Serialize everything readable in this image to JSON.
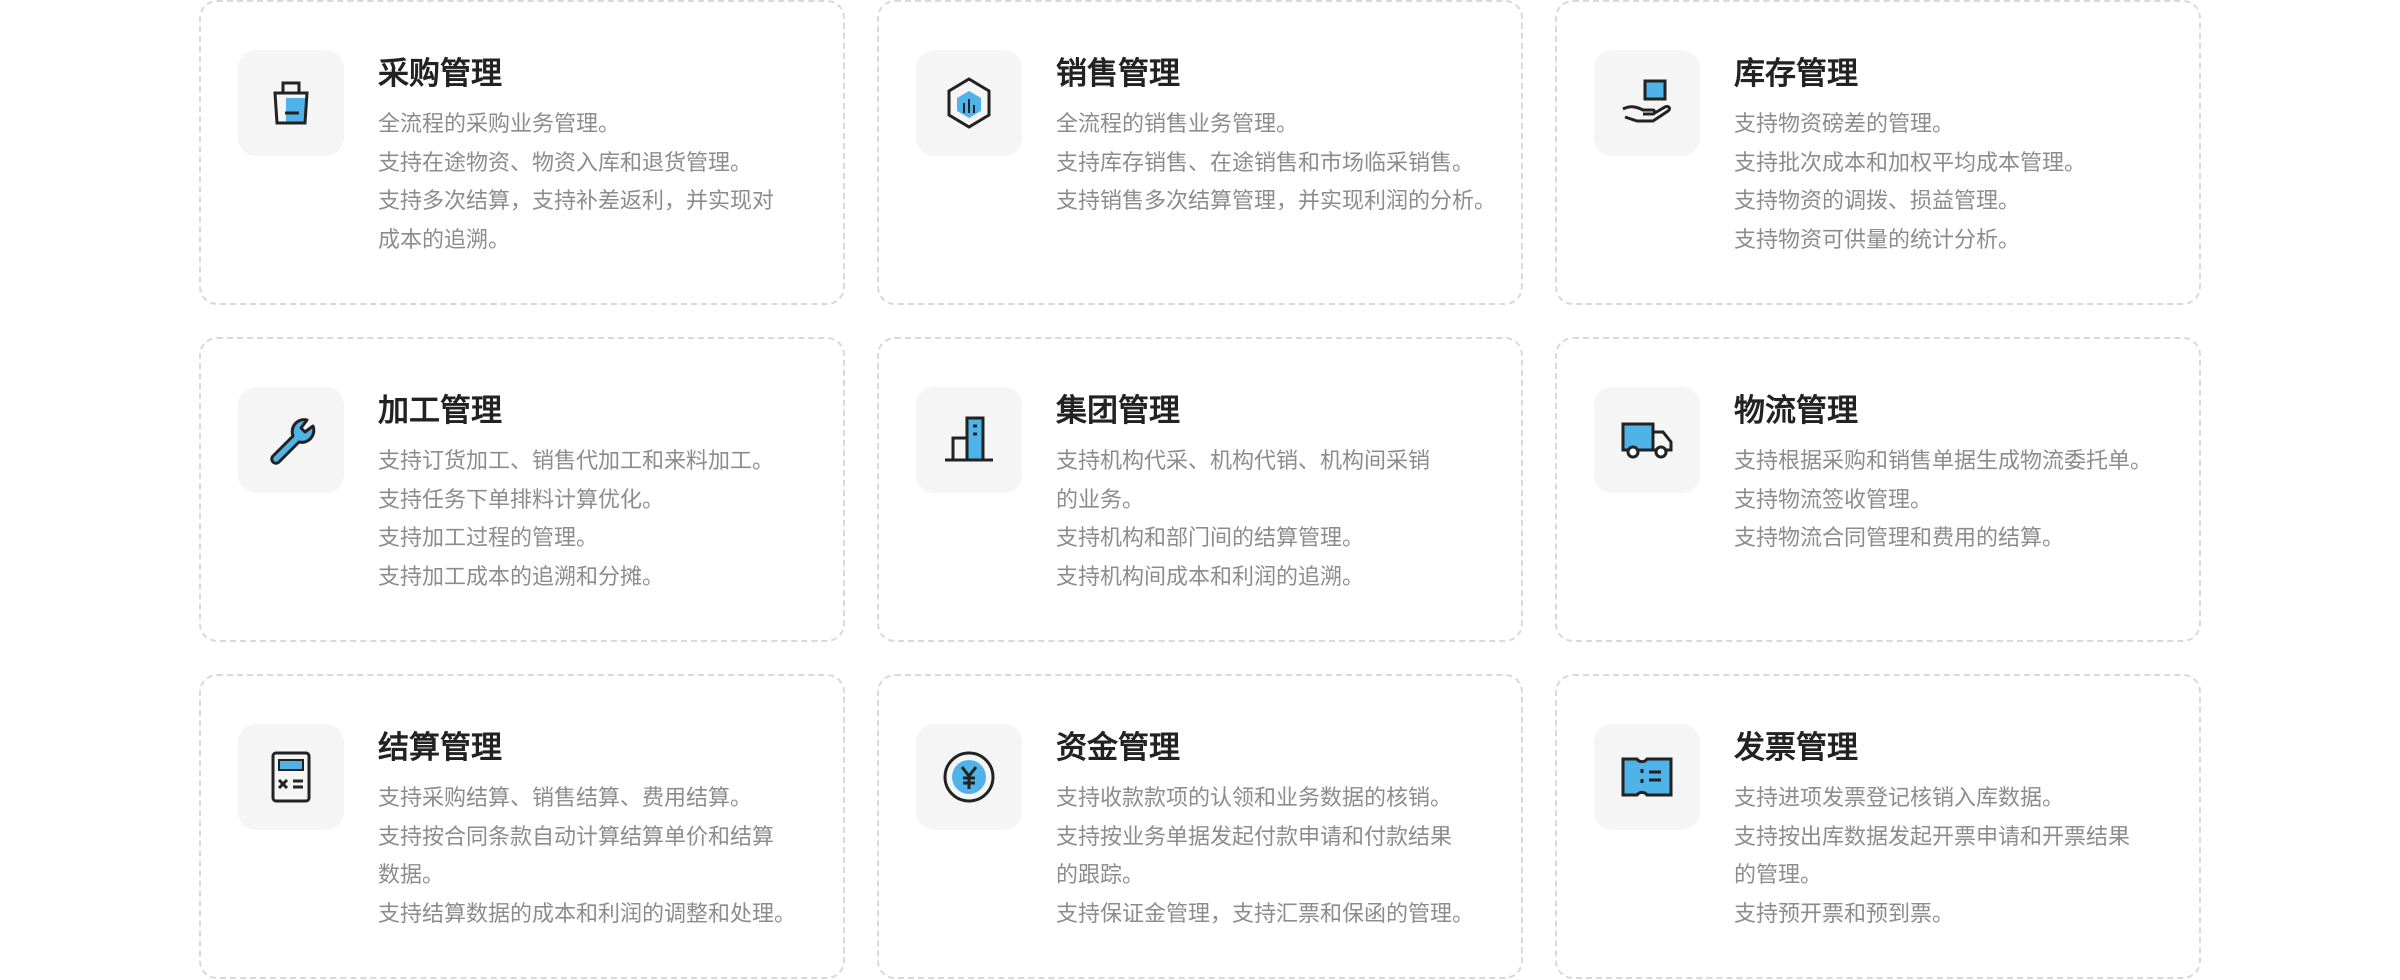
{
  "colors": {
    "accent": "#4fb3e8",
    "stroke": "#222222",
    "border": "#d9d9d9",
    "text": "#8c8c8c"
  },
  "cards": [
    {
      "icon": "shopping-bag-icon",
      "title": "采购管理",
      "lines": [
        "全流程的采购业务管理。",
        "支持在途物资、物资入库和退货管理。",
        "支持多次结算，支持补差返利，并实现对",
        "成本的追溯。"
      ]
    },
    {
      "icon": "hexagon-chart-icon",
      "title": "销售管理",
      "lines": [
        "全流程的销售业务管理。",
        "支持库存销售、在途销售和市场临采销售。",
        "支持销售多次结算管理，并实现利润的分析。"
      ]
    },
    {
      "icon": "hand-box-icon",
      "title": "库存管理",
      "lines": [
        "支持物资磅差的管理。",
        "支持批次成本和加权平均成本管理。",
        "支持物资的调拨、损益管理。",
        "支持物资可供量的统计分析。"
      ]
    },
    {
      "icon": "wrench-icon",
      "title": "加工管理",
      "lines": [
        "支持订货加工、销售代加工和来料加工。",
        "支持任务下单排料计算优化。",
        "支持加工过程的管理。",
        "支持加工成本的追溯和分摊。"
      ]
    },
    {
      "icon": "building-icon",
      "title": "集团管理",
      "lines": [
        "支持机构代采、机构代销、机构间采销",
        "的业务。",
        "支持机构和部门间的结算管理。",
        "支持机构间成本和利润的追溯。"
      ]
    },
    {
      "icon": "truck-icon",
      "title": "物流管理",
      "lines": [
        "支持根据采购和销售单据生成物流委托单。",
        "支持物流签收管理。",
        "支持物流合同管理和费用的结算。"
      ]
    },
    {
      "icon": "calculator-icon",
      "title": "结算管理",
      "lines": [
        "支持采购结算、销售结算、费用结算。",
        "支持按合同条款自动计算结算单价和结算",
        "数据。",
        "支持结算数据的成本和利润的调整和处理。"
      ]
    },
    {
      "icon": "yuan-coin-icon",
      "title": "资金管理",
      "lines": [
        "支持收款款项的认领和业务数据的核销。",
        "支持按业务单据发起付款申请和付款结果",
        "的跟踪。",
        "支持保证金管理，支持汇票和保函的管理。"
      ]
    },
    {
      "icon": "ticket-icon",
      "title": "发票管理",
      "lines": [
        "支持进项发票登记核销入库数据。",
        "支持按出库数据发起开票申请和开票结果",
        "的管理。",
        "支持预开票和预到票。"
      ]
    }
  ]
}
